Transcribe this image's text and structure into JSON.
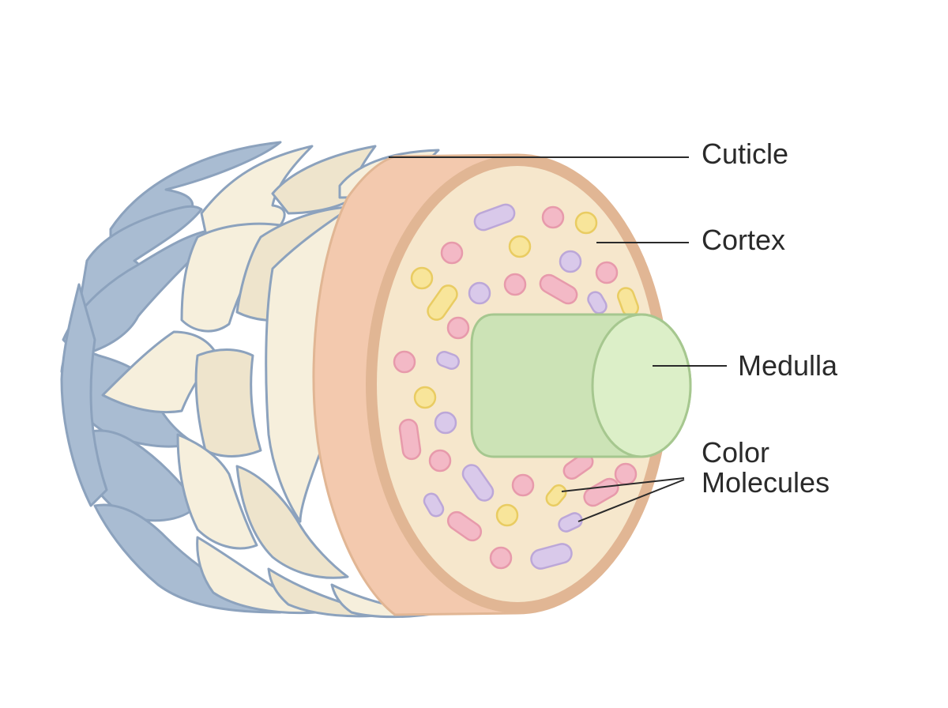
{
  "labels": {
    "cuticle": "Cuticle",
    "cortex": "Cortex",
    "medulla": "Medulla",
    "color_line1": "Color",
    "color_line2": "Molecules"
  },
  "colors": {
    "cuticle_outer": "#a9bcd2",
    "cuticle_outer_stroke": "#8ca2bd",
    "cuticle_inner": "#f6efdc",
    "cuticle_inner_alt": "#eee4cc",
    "cortex_side": "#f3c9ae",
    "cortex_face": "#f6e7cc",
    "cortex_rim": "#e1b694",
    "medulla_body": "#cce3b6",
    "medulla_face": "#dcefc8",
    "medulla_stroke": "#a6c78f",
    "molecule_pink": "#f3b9c6",
    "molecule_yellow": "#f8e59a",
    "molecule_purple": "#d9c9ea",
    "leader_line": "#2a2a2a"
  }
}
